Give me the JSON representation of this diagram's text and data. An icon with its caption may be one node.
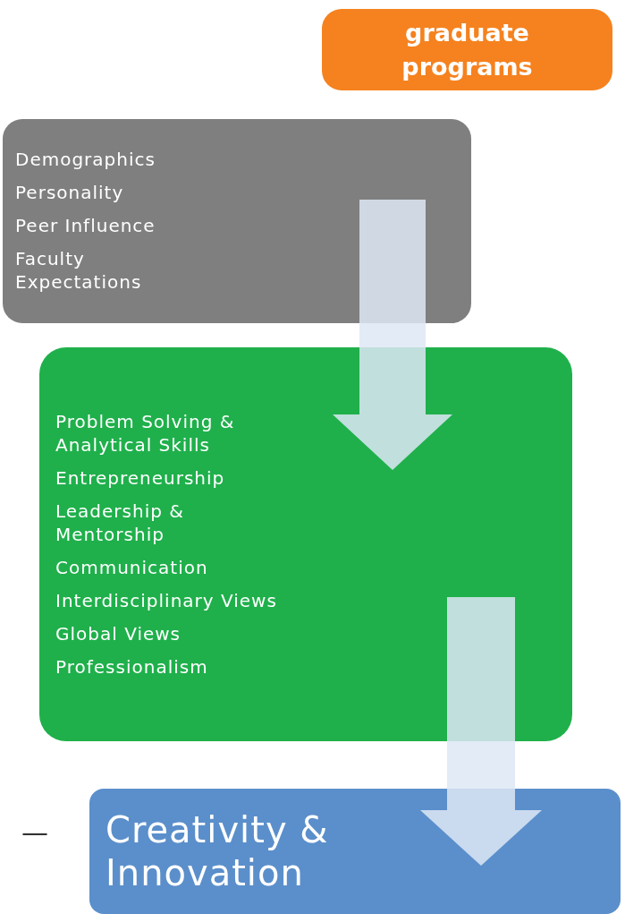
{
  "diagram": {
    "nodes": [
      {
        "text": [
          "graduate programs"
        ]
      },
      {
        "text": [
          "Demographics",
          "Personality",
          "Peer Influence",
          "Faculty Expectations"
        ]
      },
      {
        "text": [
          "Problem Solving & Analytical Skills",
          "Entrepreneurship",
          "Leadership & Mentorship",
          "Communication",
          "Interdisciplinary Views",
          "Global Views",
          "Professionalism"
        ]
      },
      {
        "text": [
          "Creativity & Innovation"
        ]
      }
    ],
    "edges": [
      {
        "from": 1,
        "to": 2,
        "arrow": "to"
      },
      {
        "from": 2,
        "to": 3,
        "arrow": "to"
      }
    ],
    "labels": [
      "—"
    ]
  }
}
